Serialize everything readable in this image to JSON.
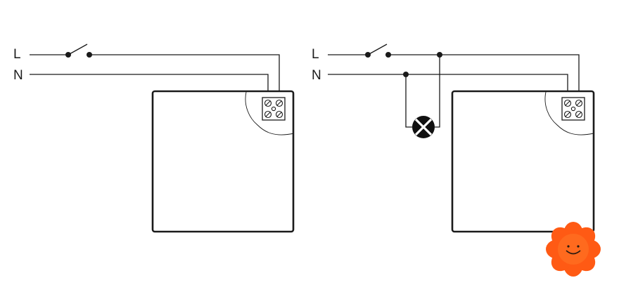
{
  "diagrams": [
    {
      "line_label": "L",
      "neutral_label": "N",
      "components": [
        "switch-icon",
        "terminal-block-icon",
        "device-box"
      ]
    },
    {
      "line_label": "L",
      "neutral_label": "N",
      "components": [
        "switch-icon",
        "lamp-icon",
        "terminal-block-icon",
        "device-box"
      ]
    }
  ],
  "mascot": {
    "icon": "smiling-flower-icon",
    "petal_color": "#ff5a14",
    "center_color": "#ff6a1e"
  }
}
